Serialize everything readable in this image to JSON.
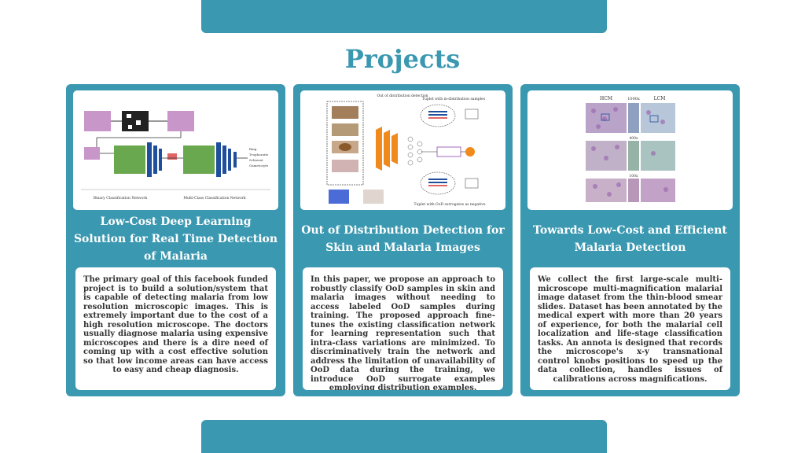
{
  "page": {
    "title": "Projects"
  },
  "projects": [
    {
      "title": "Low-Cost Deep Learning Solution for Real Time Detection of Malaria",
      "description": "The primary goal of this facebook funded project is to build a solution/system that is capable of detecting malaria from low resolution microscopic images. This is extremely important due to the cost of a high resolution microscope. The doctors usually diagnose malaria using expensive microscopes and there is a dire need of coming up with a cost effective solution so that low income areas can have access to easy and cheap diagnosis.",
      "figure_labels": [
        "Binary Classification Network",
        "Multi-Class Classification Network"
      ]
    },
    {
      "title": "Out of Distribution Detection for Skin and Malaria Images",
      "description": "In this paper, we propose an approach to robustly classify OoD samples in skin and malaria images without needing to access labeled OoD samples during training. The proposed approach fine-tunes the existing classification network for learning representation such that intra-class variations are minimized. To discriminatively train the network and address the limitation of unavailability of OoD data during the training, we introduce OoD surrogate examples employing distribution examples.",
      "figure_labels": [
        "Out of distribution detection",
        "Tuplet with in-distribution samples",
        "Tuplet with OoD surrogates as negative"
      ]
    },
    {
      "title": "Towards Low-Cost and Efficient Malaria Detection",
      "description": "We collect the first large-scale multi-microscope multi-magnification malarial image dataset from the thin-blood smear slides. Dataset has been annotated by the medical expert with more than 20 years of experience, for both the malarial cell localization and life-stage classification tasks. An annota is designed that records the microscope's x-y transnational control knobs positions to speed up the data collection, handles issues of calibrations across magnifications.",
      "figure_labels": [
        "HCM",
        "1000x",
        "LCM",
        "400x",
        "100x"
      ]
    }
  ],
  "colors": {
    "accent": "#3a98b0",
    "card_bg": "#ffffff"
  }
}
